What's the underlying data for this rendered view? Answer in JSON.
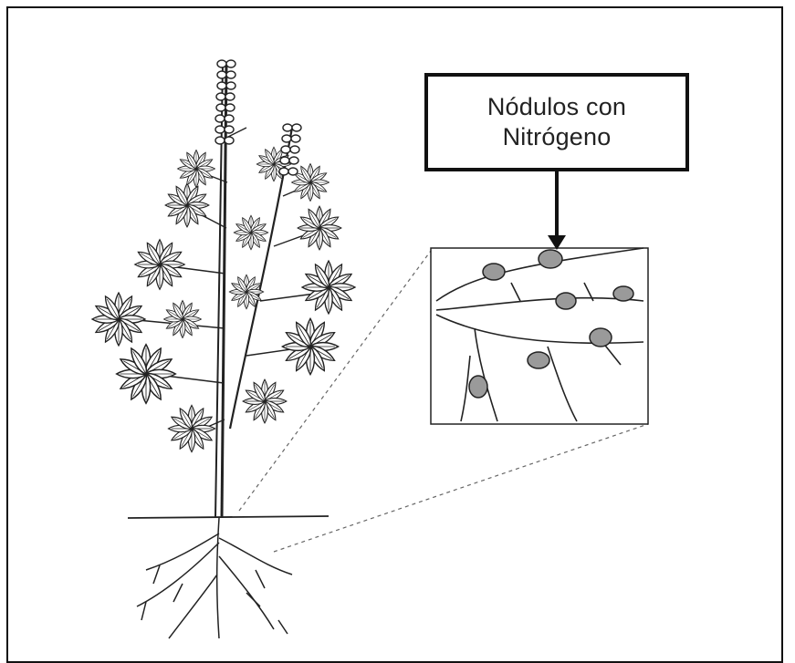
{
  "callout": {
    "line1": "Nódulos con",
    "line2": "Nitrógeno"
  },
  "colors": {
    "ink": "#111111",
    "background": "#ffffff",
    "nodule": "#9a9a9a"
  },
  "icons": [
    "plant-illustration",
    "root-nodules-inset",
    "arrow-down-icon"
  ]
}
